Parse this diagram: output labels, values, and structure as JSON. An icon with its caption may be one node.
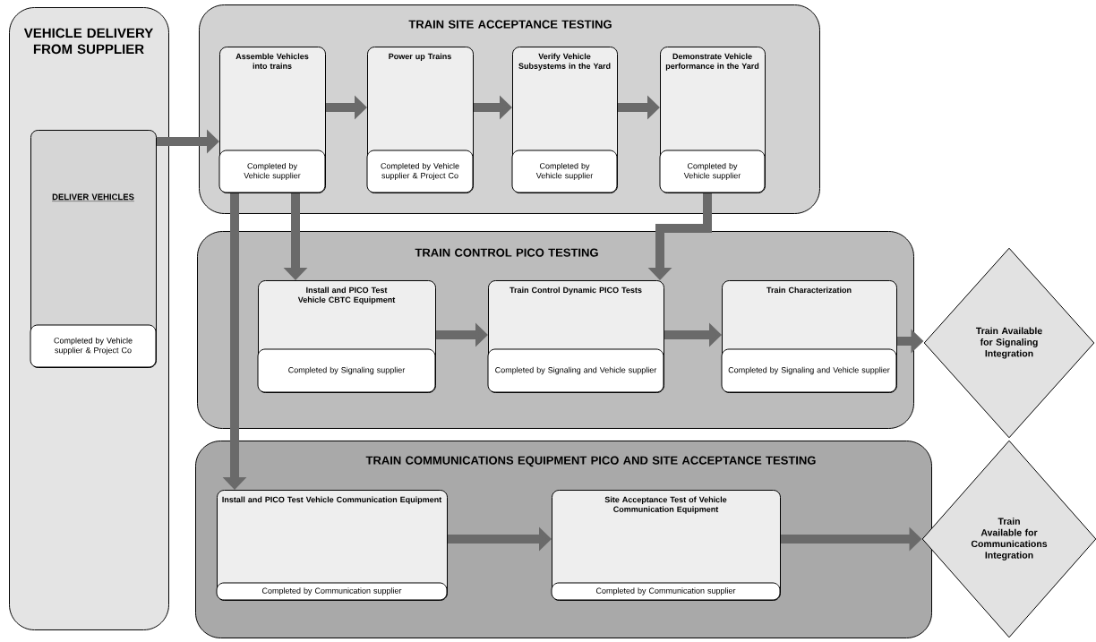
{
  "diagram": {
    "nodes": [
      {
        "text": [
          "VEHICLE DELIVERY FROM SUPPLIER"
        ]
      },
      {
        "text": [
          "DELIVER VEHICLES",
          "Completed by Vehicle supplier & Project Co"
        ],
        "in": 0
      },
      {
        "text": [
          "TRAIN SITE ACCEPTANCE TESTING"
        ]
      },
      {
        "text": [
          "Assemble Vehicles into trains",
          "Completed by Vehicle supplier"
        ],
        "in": 2
      },
      {
        "text": [
          "Power up Trains",
          "Completed by Vehicle supplier & Project Co"
        ],
        "in": 2
      },
      {
        "text": [
          "Verify Vehicle Subsystems in the Yard",
          "Completed by Vehicle supplier"
        ],
        "in": 2
      },
      {
        "text": [
          "Demonstrate Vehicle performance in the Yard",
          "Completed by Vehicle supplier"
        ],
        "in": 2
      },
      {
        "text": [
          "TRAIN CONTROL PICO TESTING"
        ]
      },
      {
        "text": [
          "Install and PICO Test Vehicle CBTC Equipment",
          "Completed by Signaling supplier"
        ],
        "in": 7
      },
      {
        "text": [
          "Train Control Dynamic PICO Tests",
          "Completed by Signaling and Vehicle supplier"
        ],
        "in": 7
      },
      {
        "text": [
          "Train Characterization",
          "Completed by Signaling and Vehicle supplier"
        ],
        "in": 7
      },
      {
        "text": [
          "Train Available for Signaling Integration"
        ]
      },
      {
        "text": [
          "TRAIN COMMUNICATIONS EQUIPMENT PICO AND SITE ACCEPTANCE TESTING"
        ]
      },
      {
        "text": [
          "Install and PICO Test Vehicle Communication Equipment",
          "Completed by Communication supplier"
        ],
        "in": 12
      },
      {
        "text": [
          "Site Acceptance Test of Vehicle Communication Equipment",
          "Completed by Communication supplier"
        ],
        "in": 12
      },
      {
        "text": [
          "Train Available for Communications Integration"
        ]
      }
    ],
    "edges": [
      {
        "from": 1,
        "to": 3,
        "arrow": "to"
      },
      {
        "from": 3,
        "to": 4,
        "arrow": "to"
      },
      {
        "from": 4,
        "to": 5,
        "arrow": "to"
      },
      {
        "from": 5,
        "to": 6,
        "arrow": "to"
      },
      {
        "from": 3,
        "to": 8,
        "arrow": "to"
      },
      {
        "from": 6,
        "to": 9,
        "arrow": "to"
      },
      {
        "from": 3,
        "to": 13,
        "arrow": "to"
      },
      {
        "from": 8,
        "to": 9,
        "arrow": "to"
      },
      {
        "from": 9,
        "to": 10,
        "arrow": "to"
      },
      {
        "from": 10,
        "to": 11,
        "arrow": "to"
      },
      {
        "from": 13,
        "to": 14,
        "arrow": "to"
      },
      {
        "from": 14,
        "to": 15,
        "arrow": "to"
      }
    ]
  }
}
